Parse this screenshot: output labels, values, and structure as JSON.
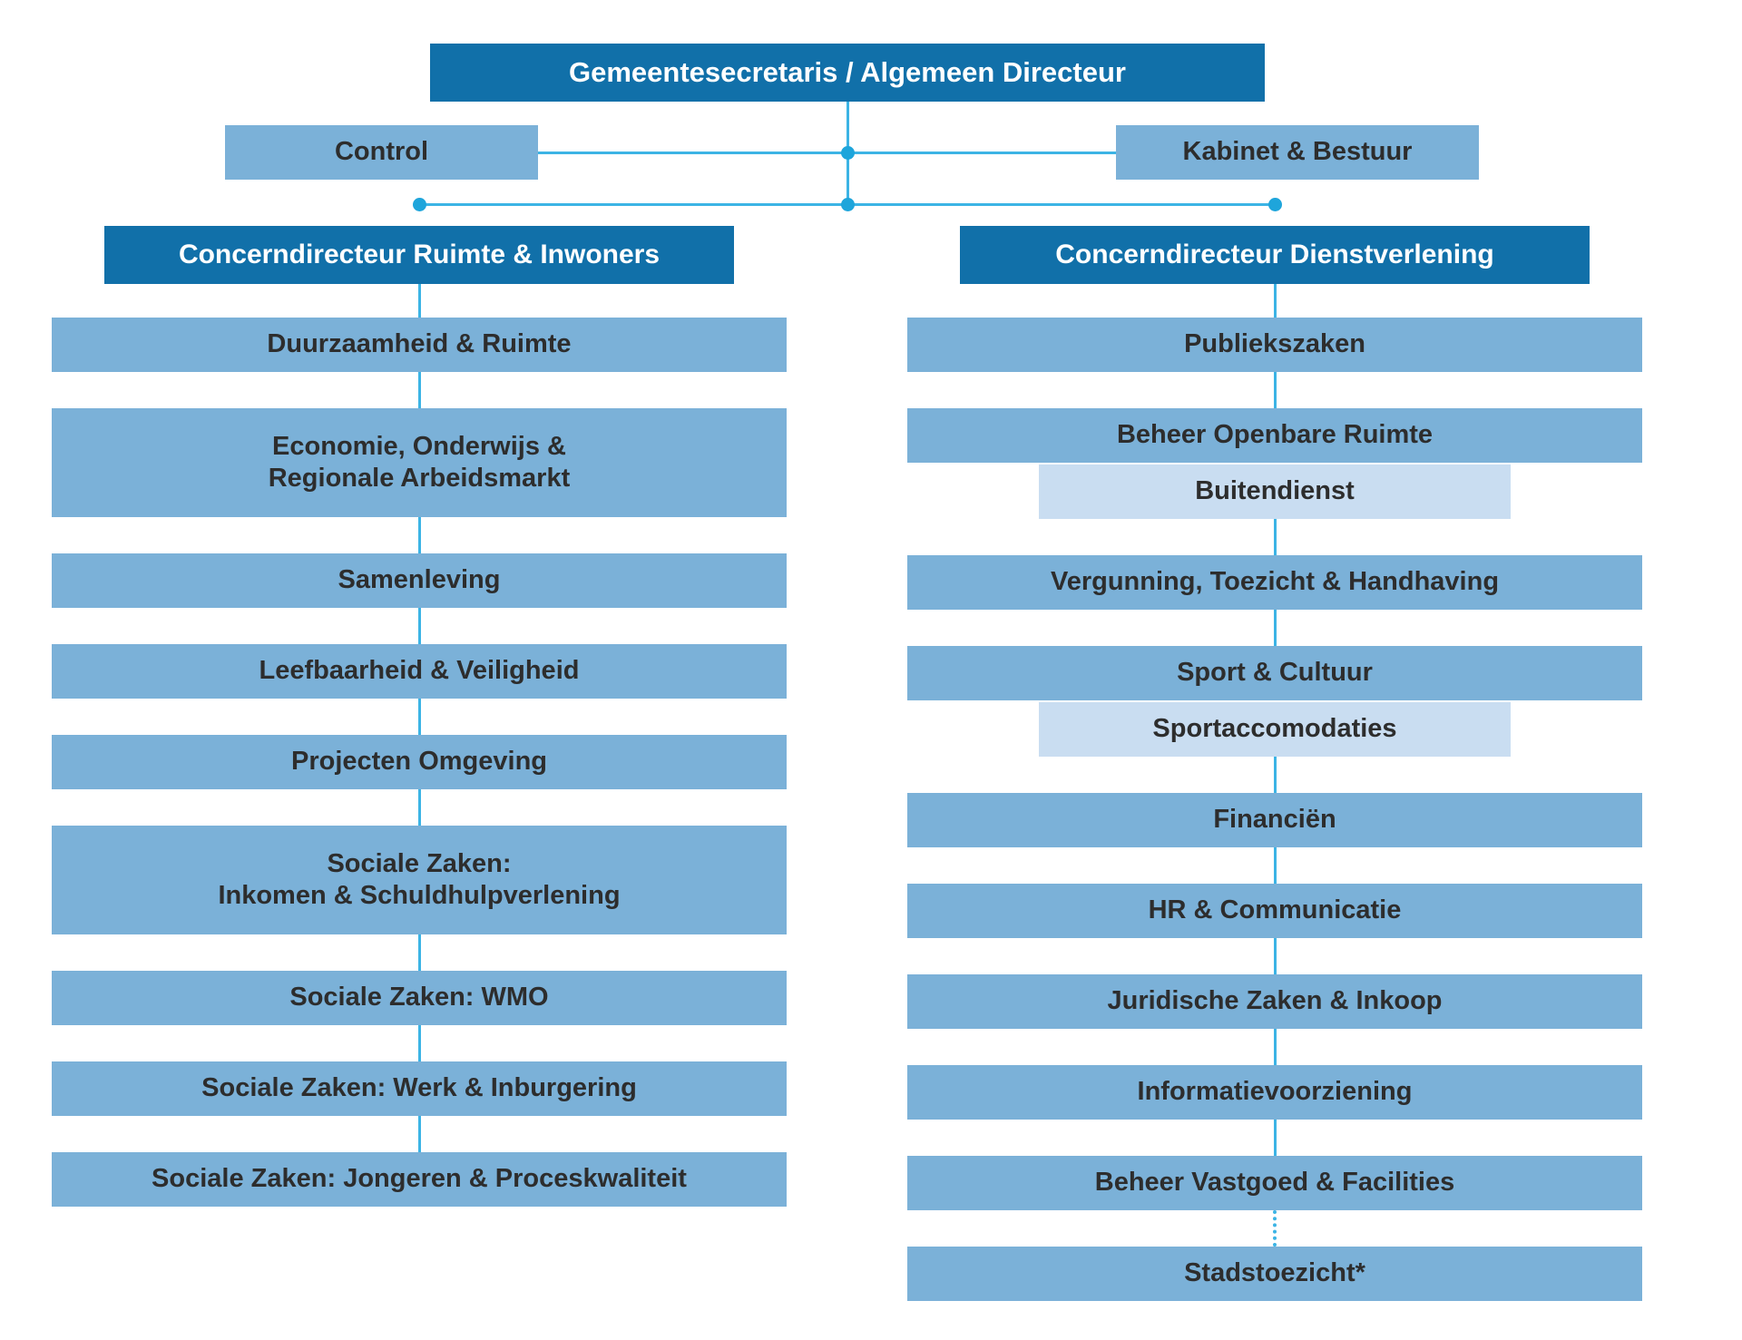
{
  "palette": {
    "background": "#ffffff",
    "dark_blue": "#1170a9",
    "medium_blue": "#7bb1d8",
    "light_blue": "#c9ddf1",
    "connector": "#3cb4e5",
    "connector_dot": "#1ea5db",
    "text_dark": "#2d2d2d",
    "text_light": "#ffffff"
  },
  "root": {
    "label": "Gemeentesecretaris / Algemeen Directeur"
  },
  "staff": {
    "left": {
      "label": "Control"
    },
    "right": {
      "label": "Kabinet & Bestuur"
    }
  },
  "columns": [
    {
      "header": "Concerndirecteur Ruimte & Inwoners",
      "boxes": [
        {
          "label": "Duurzaamheid & Ruimte"
        },
        {
          "label": "Economie, Onderwijs &\nRegionale Arbeidsmarkt",
          "tall": true
        },
        {
          "label": "Samenleving"
        },
        {
          "label": "Leefbaarheid & Veiligheid"
        },
        {
          "label": "Projecten Omgeving"
        },
        {
          "label": "Sociale Zaken:\nInkomen & Schuldhulpverlening",
          "tall": true
        },
        {
          "label": "Sociale Zaken: WMO"
        },
        {
          "label": "Sociale Zaken: Werk & Inburgering"
        },
        {
          "label": "Sociale Zaken: Jongeren & Proceskwaliteit"
        }
      ]
    },
    {
      "header": "Concerndirecteur Dienstverlening",
      "boxes": [
        {
          "label": "Publiekszaken"
        },
        {
          "label": "Beheer Openbare Ruimte",
          "sub": "Buitendienst"
        },
        {
          "label": "Vergunning, Toezicht & Handhaving"
        },
        {
          "label": "Sport & Cultuur",
          "sub": "Sportaccomodaties"
        },
        {
          "label": "Financiën"
        },
        {
          "label": "HR & Communicatie"
        },
        {
          "label": "Juridische Zaken & Inkoop"
        },
        {
          "label": "Informatievoorziening"
        },
        {
          "label": "Beheer Vastgoed & Facilities"
        },
        {
          "label": "Stadstoezicht*",
          "dotted_connector": true
        }
      ]
    }
  ]
}
